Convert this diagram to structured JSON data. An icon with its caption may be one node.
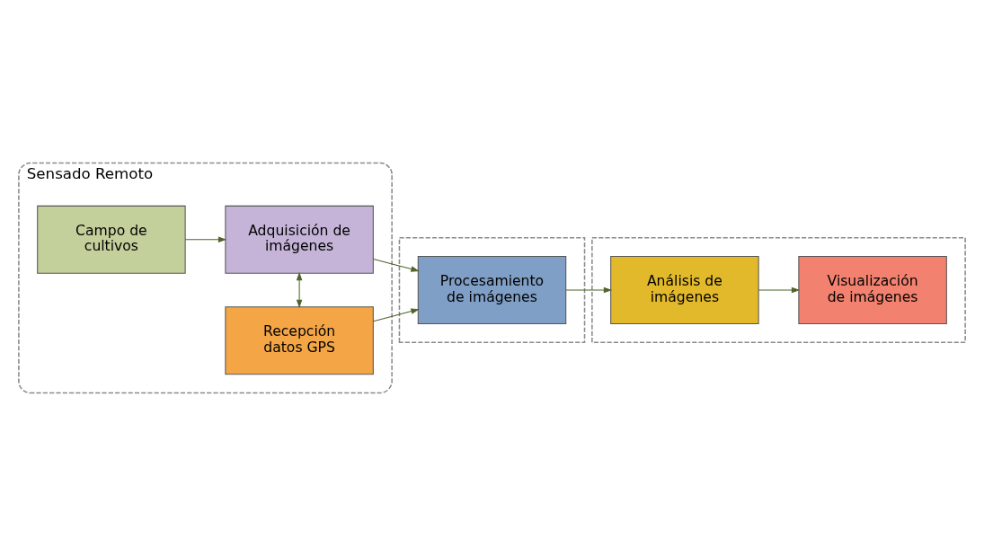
{
  "diagram": {
    "nodes": [
      {
        "text": [
          "Sensado Remoto"
        ]
      },
      {
        "text": [
          "Recepción datos GPS"
        ],
        "in": 0
      },
      {
        "text": [
          "Campo de cultivos"
        ],
        "in": 0
      },
      {
        "text": [
          "Adquisición de imágenes"
        ],
        "in": 0
      },
      {
        "text": [],
        "shape": "box"
      },
      {
        "text": [
          "Procesamiento de imágenes"
        ],
        "in": 4
      },
      {
        "text": [],
        "shape": "box"
      },
      {
        "text": [
          "Análisis de imágenes"
        ],
        "in": 6
      },
      {
        "text": [
          "Visualización de imágenes"
        ],
        "in": 6
      }
    ],
    "edges": [
      {
        "from": 2,
        "to": 3,
        "arrow": "to"
      },
      {
        "from": 3,
        "to": 1,
        "arrow": "both"
      },
      {
        "from": 1,
        "to": 5,
        "arrow": "to"
      },
      {
        "from": 3,
        "to": 5,
        "arrow": "to"
      },
      {
        "from": 5,
        "to": 7,
        "arrow": "to"
      },
      {
        "from": 7,
        "to": 8,
        "arrow": "to"
      }
    ]
  }
}
